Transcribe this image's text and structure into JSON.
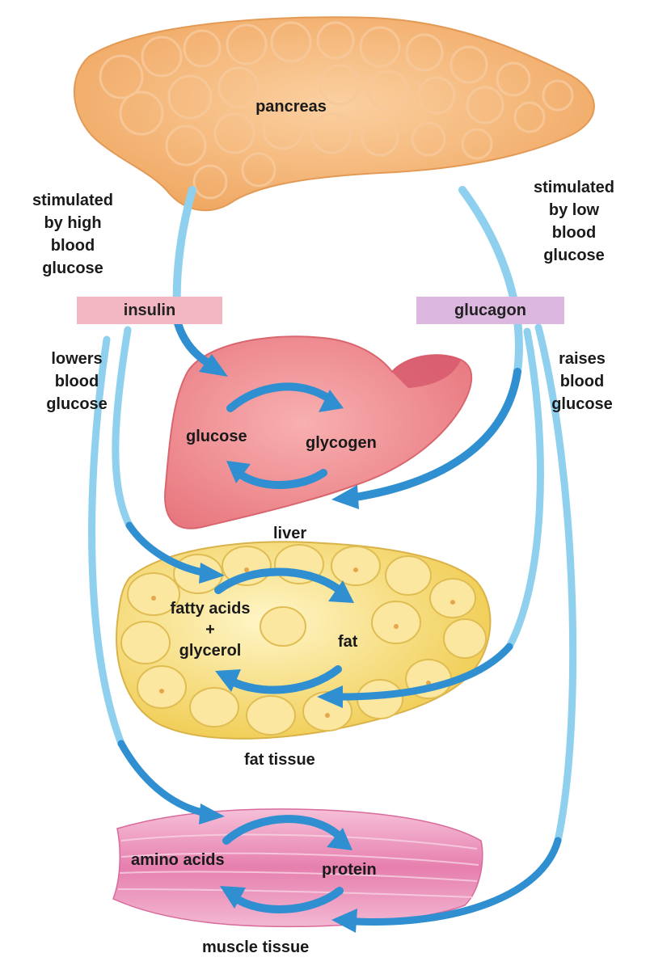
{
  "colors": {
    "arrow": "#2f8fd0",
    "arrow_light": "#8fd0ef",
    "insulin_bg": "#f3b7c4",
    "glucagon_bg": "#dcb7df",
    "pancreas": "#f6b57a",
    "liver": "#f08c92",
    "fat": "#f6dc7a",
    "muscle": "#ea8fb3"
  },
  "labels": {
    "pancreas": "pancreas",
    "stim_high": "stimulated\nby high\nblood\nglucose",
    "stim_low": "stimulated\nby low\nblood\nglucose",
    "insulin": "insulin",
    "glucagon": "glucagon",
    "lowers": "lowers\nblood\nglucose",
    "raises": "raises\nblood\nglucose",
    "liver_glucose": "glucose",
    "liver_glycogen": "glycogen",
    "liver": "liver",
    "fatty_acids": "fatty acids\n+\nglycerol",
    "fat": "fat",
    "fat_tissue": "fat tissue",
    "amino_acids": "amino acids",
    "protein": "protein",
    "muscle_tissue": "muscle tissue"
  }
}
